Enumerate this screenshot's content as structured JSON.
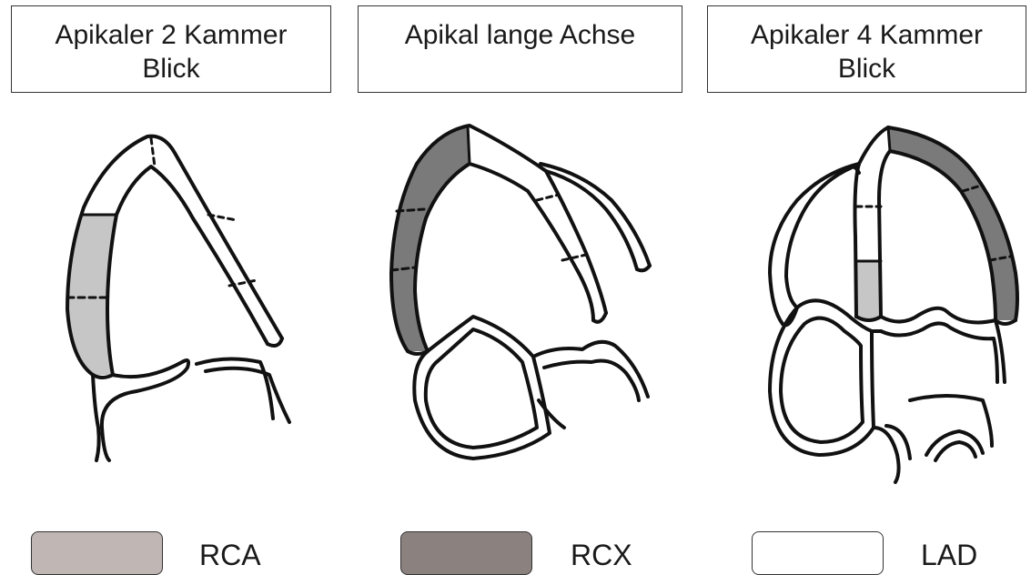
{
  "views": [
    {
      "title": "Apikaler 2 Kammer\nBlick"
    },
    {
      "title": "Apikal lange Achse"
    },
    {
      "title": "Apikaler 4 Kammer\nBlick"
    }
  ],
  "legend": [
    {
      "label": "RCA",
      "color": "#c0b6b3"
    },
    {
      "label": "RCX",
      "color": "#8b817e"
    },
    {
      "label": "LAD",
      "color": "#ffffff"
    }
  ],
  "segment_colors": {
    "rca_fill": "#c6c6c6",
    "rcx_fill": "#7a7a7a",
    "unfilled": "#ffffff"
  }
}
